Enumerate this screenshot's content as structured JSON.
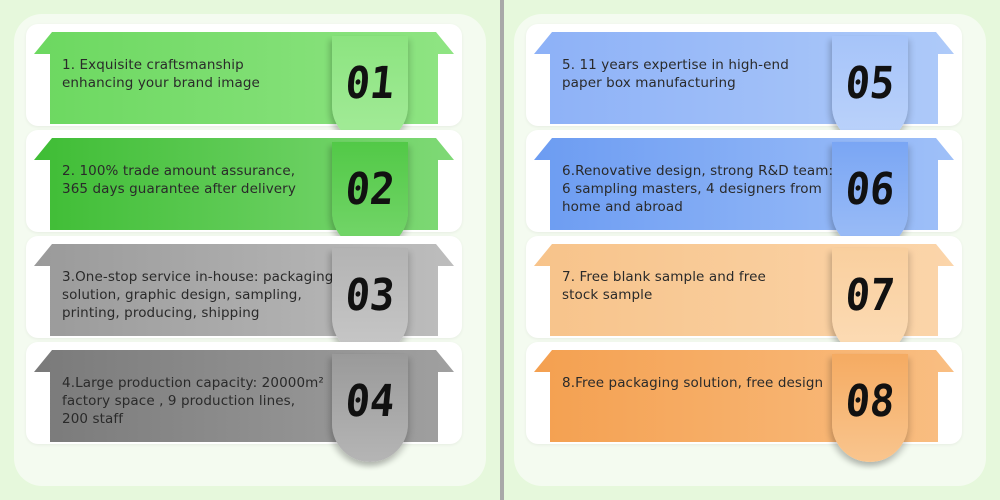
{
  "items": [
    {
      "number": "01",
      "text": "1. Exquisite craftsmanship\n    enhancing your brand image"
    },
    {
      "number": "02",
      "text": "2. 100% trade amount assurance,\n    365 days guarantee after delivery"
    },
    {
      "number": "03",
      "text": "3.One-stop service in-house: packaging\n    solution, graphic design, sampling,\n    printing, producing, shipping"
    },
    {
      "number": "04",
      "text": "4.Large production capacity: 20000m²\n    factory space , 9 production lines,\n    200 staff"
    },
    {
      "number": "05",
      "text": "5. 11 years expertise in high-end\n    paper box manufacturing"
    },
    {
      "number": "06",
      "text": "6.Renovative design, strong R&D team:\n    6 sampling masters, 4 designers from\n    home and abroad"
    },
    {
      "number": "07",
      "text": "7. Free blank sample and free\n    stock sample"
    },
    {
      "number": "08",
      "text": "8.Free packaging solution, free design"
    }
  ],
  "colors": {
    "background": "#e6f8dc",
    "green_light": "#8fe483",
    "green": "#3fbd35",
    "gray_light": "#bdbdbd",
    "gray": "#7a7a7a",
    "blue_light": "#aecaf9",
    "blue": "#6c9cf2",
    "orange_light": "#fbd5aa",
    "orange": "#f4a050"
  }
}
